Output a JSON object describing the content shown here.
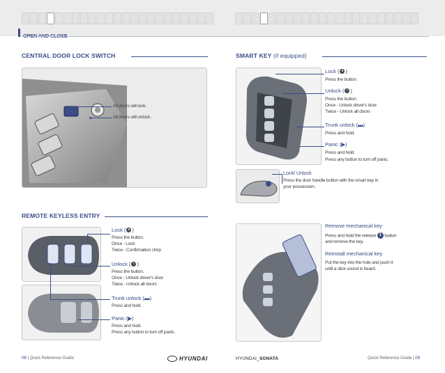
{
  "header": {
    "section_title": "OPEN AND CLOSE"
  },
  "central_lock": {
    "heading": "CENTRAL DOOR LOCK SWITCH",
    "callout_lock": "All doors will lock.",
    "callout_unlock": "All doors will unlock."
  },
  "smart_key": {
    "heading": "SMART KEY",
    "heading_note": "(if equipped)",
    "lock_label": "Lock (",
    "lock_desc": "Press the button.",
    "unlock_label": "Unlock (",
    "unlock_desc_1": "Press the button",
    "unlock_desc_2": "Once - Unlock driver's door",
    "unlock_desc_3": "Twice - Unlock all doors",
    "trunk_label": "Trunk unlock (",
    "trunk_desc": "Press and hold.",
    "panic_label": "Panic (",
    "panic_desc_1": "Press and hold.",
    "panic_desc_2": "Press any button to turn off panic.",
    "handle_title": "Lock/ Unlock",
    "handle_desc_1": "Press the door handle button with the smart key in",
    "handle_desc_2": "your possession."
  },
  "remote": {
    "heading": "REMOTE KEYLESS ENTRY",
    "lock_label": "Lock (",
    "lock_desc_1": "Press the button.",
    "lock_desc_2": "Once - Lock",
    "lock_desc_3": "Twice - Confirmation chirp",
    "unlock_label": "Unlock (",
    "unlock_desc_1": "Press the button.",
    "unlock_desc_2": "Once - Unlock driver's door",
    "unlock_desc_3": "Twice - Unlock all doors",
    "trunk_label": "Trunk unlock (",
    "trunk_desc": "Press and hold.",
    "panic_label": "Panic (",
    "panic_desc_1": "Press and hold.",
    "panic_desc_2": "Press any button to turn off panic."
  },
  "mechanical": {
    "remove_title": "Remove mechanical key",
    "remove_desc_1": "Press and hold the release",
    "remove_num": "1",
    "remove_desc_2": "button",
    "remove_desc_3": "and remove the key.",
    "reinstall_title": "Reinstall mechanical key",
    "reinstall_desc_1": "Put the key into the hole and push it",
    "reinstall_desc_2": "until a click sound is heard.",
    "callout_num": "1"
  },
  "footer": {
    "left_page": "08",
    "left_text": "Quick Reference Guide",
    "brand": "HYUNDAI",
    "model_prefix": "HYUNDAI",
    "model_name": "SONATA",
    "right_text": "Quick Reference Guide",
    "right_page": "09"
  },
  "colors": {
    "accent": "#3b4c86",
    "text": "#3f3f3f"
  }
}
